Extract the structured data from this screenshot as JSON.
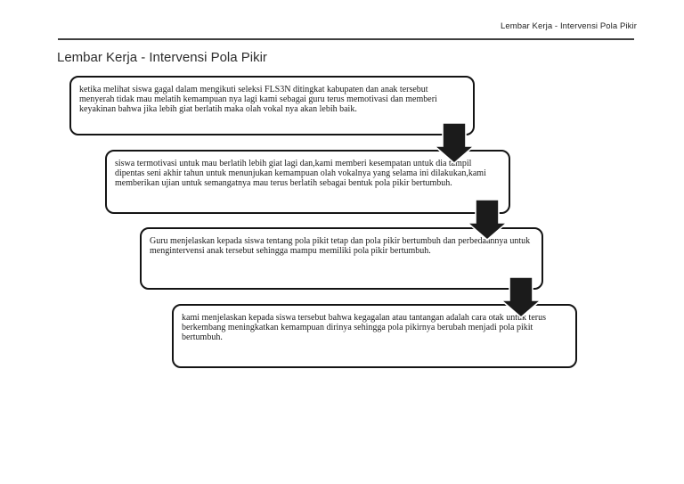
{
  "header": {
    "title": "Lembar Kerja - Intervensi Pola Pikir"
  },
  "title": "Lembar Kerja - Intervensi Pola Pikir",
  "flow": {
    "connector_icon": "down-arrow-icon",
    "steps": [
      {
        "text": "ketika melihat siswa gagal dalam mengikuti seleksi FLS3N ditingkat kabupaten dan anak tersebut menyerah tidak mau melatih kemampuan nya lagi kami sebagai guru terus memotivasi dan memberi keyakinan bahwa jika lebih giat berlatih maka olah vokal nya akan lebih baik."
      },
      {
        "text": "siswa termotivasi untuk mau berlatih lebih giat lagi dan,kami memberi kesempatan untuk dia tampil dipentas seni akhir tahun untuk menunjukan kemampuan olah vokalnya yang selama ini dilakukan,kami memberikan ujian untuk semangatnya mau terus berlatih sebagai bentuk pola pikir bertumbuh."
      },
      {
        "text": "Guru menjelaskan kepada siswa tentang pola pikit tetap dan pola pikir bertumbuh dan perbedaannya untuk mengintervensi anak tersebut sehingga mampu memiliki pola pikir bertumbuh."
      },
      {
        "text": "kami menjelaskan kepada siswa tersebut bahwa kegagalan atau tantangan adalah cara otak untuk terus berkembang meningkatkan kemampuan dirinya sehingga pola pikirnya berubah menjadi pola pikit bertumbuh."
      }
    ]
  },
  "colors": {
    "page_background": "#ffffff",
    "box_border": "#141414",
    "arrow_fill": "#1b1b1b",
    "arrow_halo": "#ffffff",
    "header_rule": "#3f3f3f",
    "text": "#191919"
  }
}
